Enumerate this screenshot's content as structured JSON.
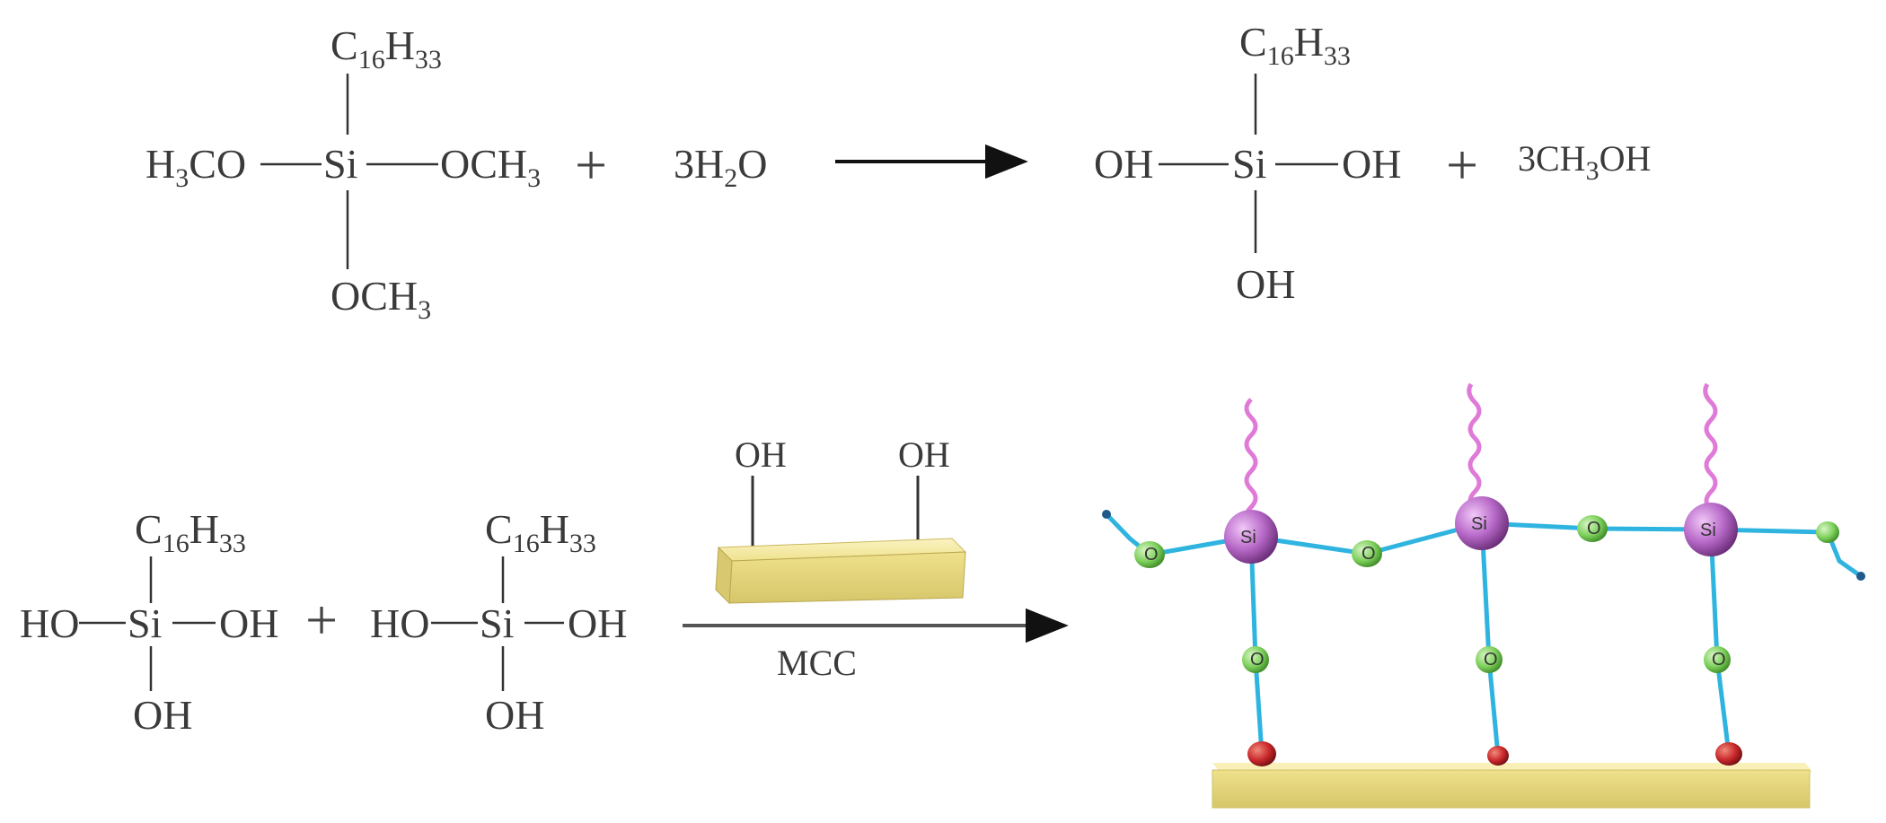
{
  "reaction1": {
    "reactant_top": [
      "C",
      "16",
      "H",
      "33"
    ],
    "reactant_left": [
      "H",
      "3",
      "CO"
    ],
    "reactant_center": "Si",
    "reactant_right": [
      "OCH",
      "3"
    ],
    "reactant_bottom": [
      "OCH",
      "3"
    ],
    "plus1": "+",
    "water": [
      "3H",
      "2",
      "O"
    ],
    "product_top": [
      "C",
      "16",
      "H",
      "33"
    ],
    "product_left": "OH",
    "product_center": "Si",
    "product_right": "OH",
    "product_bottom": "OH",
    "plus2": "+",
    "methanol": [
      "3CH",
      "3",
      "OH"
    ]
  },
  "reaction2": {
    "silanol_a": {
      "top": [
        "C",
        "16",
        "H",
        "33"
      ],
      "left": "HO",
      "center": "Si",
      "right": "OH",
      "bottom": "OH"
    },
    "plus": "+",
    "silanol_b": {
      "top": [
        "C",
        "16",
        "H",
        "33"
      ],
      "left": "HO",
      "center": "Si",
      "right": "OH",
      "bottom": "OH"
    },
    "mcc_oh_left": "OH",
    "mcc_oh_right": "OH",
    "arrow_label": "MCC"
  },
  "product_model": {
    "si_label": "Si",
    "o_label": "O",
    "colors": {
      "si": "#b86ac9",
      "o": "#7ccf5a",
      "bond": "#2fb4e0",
      "chain": "#e07ad8",
      "anchor": "#c8262a",
      "mcc": "#f2e79a"
    }
  }
}
